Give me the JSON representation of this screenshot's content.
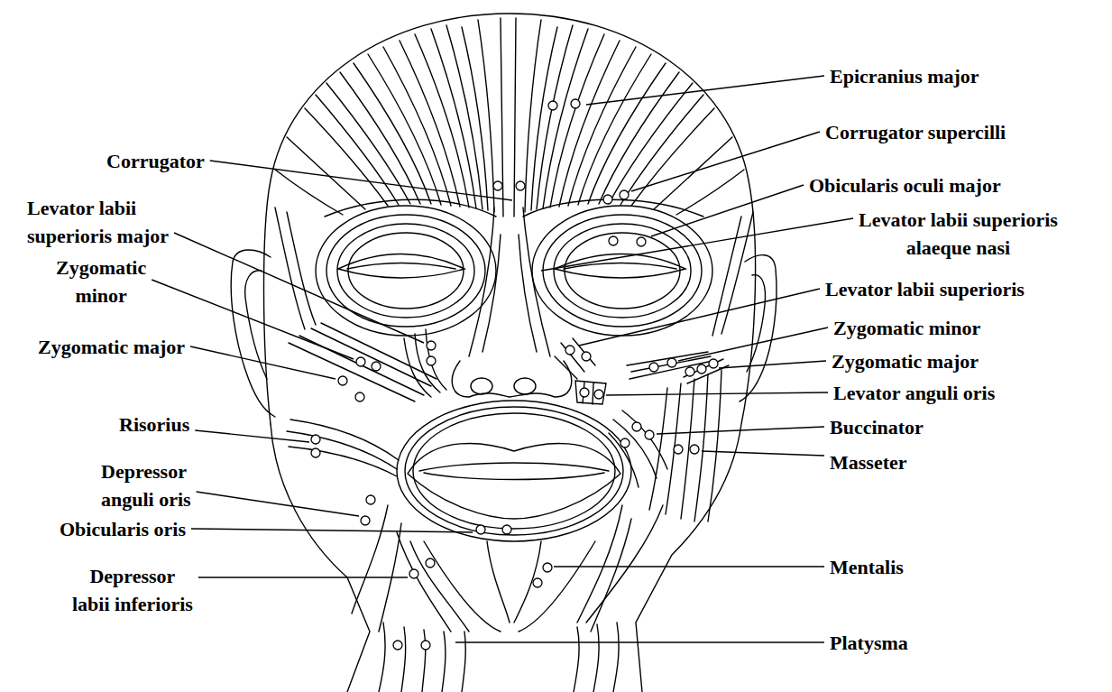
{
  "diagram": {
    "labels": [
      "Epicranius major",
      "Corrugator supercilli",
      "Corrugator",
      "Obicularis oculi major",
      "Levator labii superioris major",
      "Levator labii superioris alaeque nasi",
      "Zygomatic minor",
      "Levator labii superioris",
      "Zygomatic minor",
      "Zygomatic major",
      "Zygomatic major",
      "Levator anguli oris",
      "Risorius",
      "Buccinator",
      "Masseter",
      "Depressor anguli oris",
      "Obicularis oris",
      "Mentalis",
      "Depressor labii inferioris",
      "Platysma"
    ]
  }
}
